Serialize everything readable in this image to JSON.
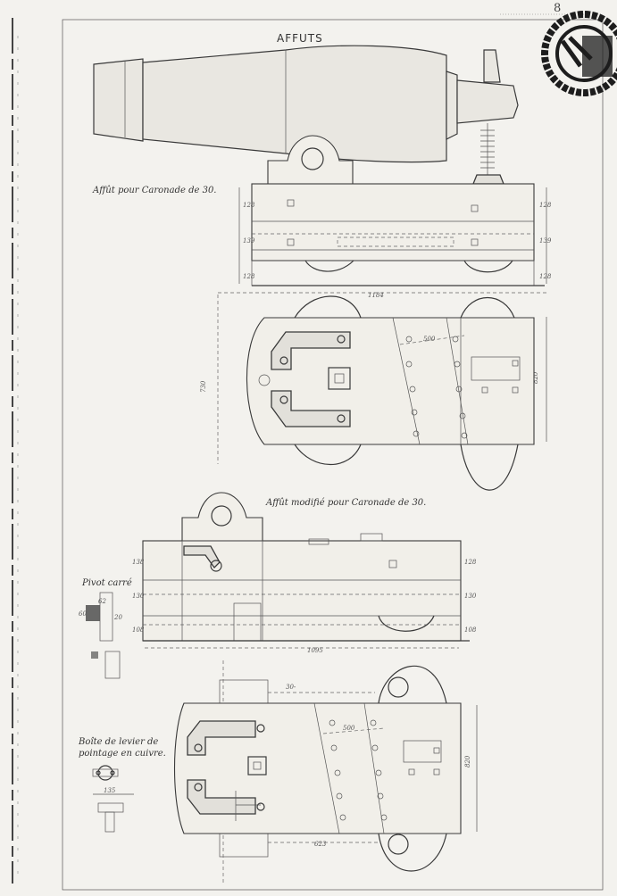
{
  "page": {
    "number": "8",
    "title": "AFFUTS"
  },
  "labels": {
    "carronade_carriage": "Affût pour Caronade de 30.",
    "modified_carriage": "Affût modifié pour Caronade de 30.",
    "square_pivot": "Pivot carré",
    "lever_box_line1": "Boîte de levier de",
    "lever_box_line2": "pointage en cuivre."
  },
  "icons": {
    "stamp": "library-stamp-icon"
  },
  "colors": {
    "paper": "#f3f2ee",
    "ink": "#3a3a3a"
  }
}
